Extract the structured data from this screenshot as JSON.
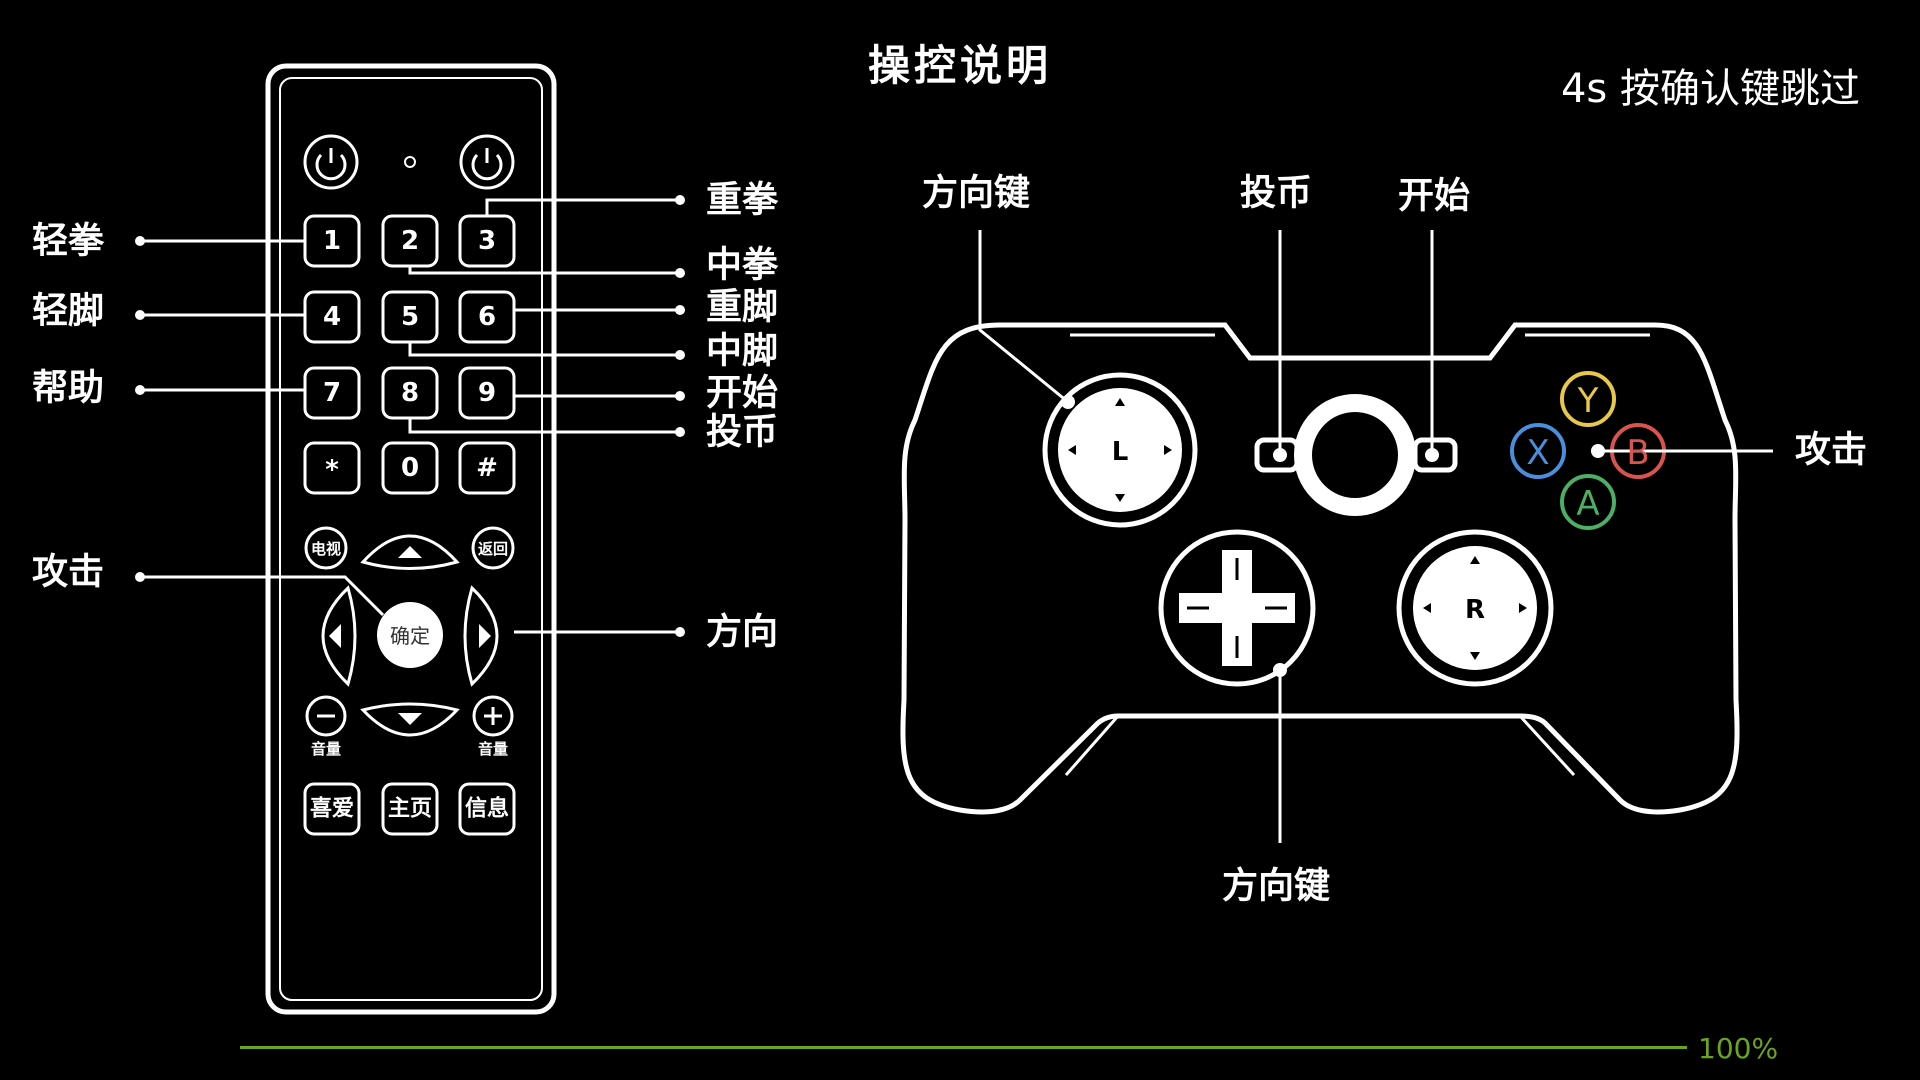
{
  "page": {
    "title": "操控说明",
    "skip_hint": "4s 按确认键跳过",
    "progress": {
      "percent": 100,
      "label": "100%",
      "bar_color": "#6aa51c"
    }
  },
  "remote": {
    "keys": {
      "k1": "1",
      "k2": "2",
      "k3": "3",
      "k4": "4",
      "k5": "5",
      "k6": "6",
      "k7": "7",
      "k8": "8",
      "k9": "9",
      "star": "*",
      "k0": "0",
      "hash": "#"
    },
    "tv": "电视",
    "back": "返回",
    "ok": "确定",
    "vol_down_label": "音量",
    "vol_up_label": "音量",
    "fav": "喜爱",
    "home": "主页",
    "info": "信息",
    "labels": {
      "light_punch": "轻拳",
      "light_kick": "轻脚",
      "help": "帮助",
      "attack": "攻击",
      "heavy_punch": "重拳",
      "mid_punch": "中拳",
      "heavy_kick": "重脚",
      "mid_kick": "中脚",
      "start": "开始",
      "coin": "投币",
      "direction": "方向"
    }
  },
  "gamepad": {
    "left_stick": "L",
    "right_stick": "R",
    "buttons": {
      "y": "Y",
      "x": "X",
      "b": "B",
      "a": "A"
    },
    "button_colors": {
      "y": "#e7c84a",
      "x": "#4a8fdc",
      "b": "#d9534f",
      "a": "#4caf63"
    },
    "labels": {
      "dpad_top": "方向键",
      "coin": "投币",
      "start": "开始",
      "attack": "攻击",
      "dpad_bottom": "方向键"
    }
  }
}
